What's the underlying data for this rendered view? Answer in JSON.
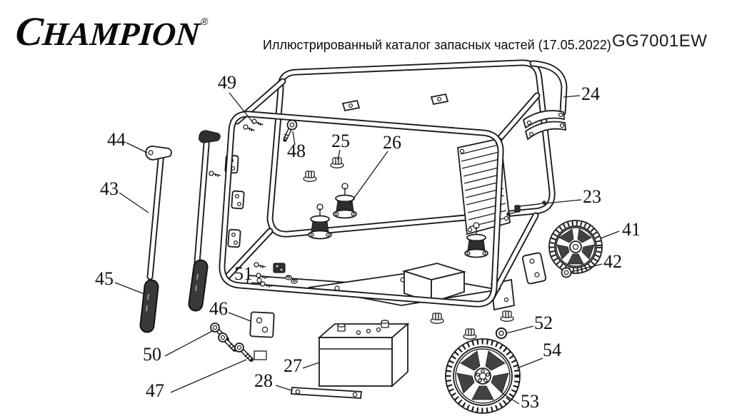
{
  "header": {
    "brand": "CHAMPION",
    "registered": "®",
    "catalog_title": "Иллюстрированный каталог запасных частей (17.05.2022)",
    "model": "GG7001EW"
  },
  "diagram": {
    "description": "exploded-view-generator-frame",
    "part_labels": [
      {
        "num": "49"
      },
      {
        "num": "44"
      },
      {
        "num": "43"
      },
      {
        "num": "48"
      },
      {
        "num": "25"
      },
      {
        "num": "26"
      },
      {
        "num": "24"
      },
      {
        "num": "23"
      },
      {
        "num": "41"
      },
      {
        "num": "42"
      },
      {
        "num": "45"
      },
      {
        "num": "51"
      },
      {
        "num": "46"
      },
      {
        "num": "50"
      },
      {
        "num": "47"
      },
      {
        "num": "27"
      },
      {
        "num": "28"
      },
      {
        "num": "52"
      },
      {
        "num": "54"
      },
      {
        "num": "53"
      }
    ]
  }
}
